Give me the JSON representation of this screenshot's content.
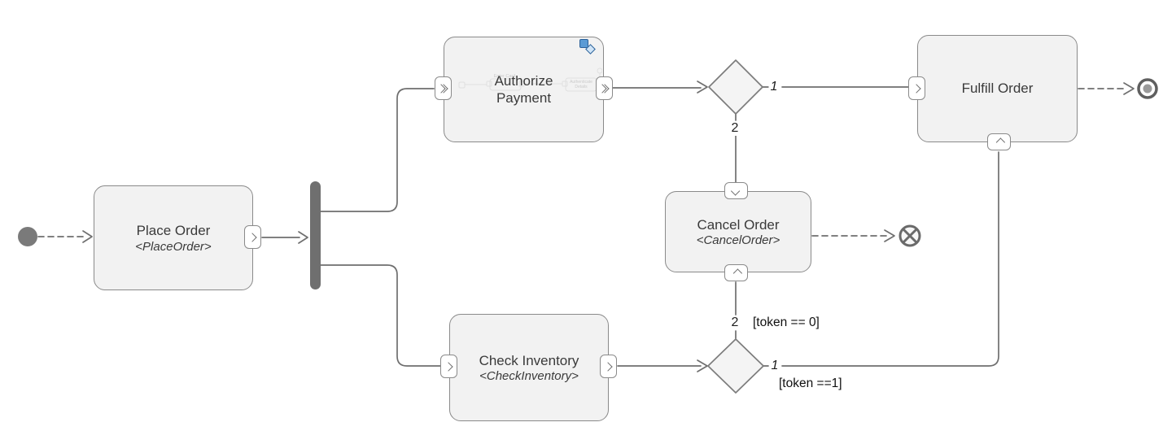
{
  "colors": {
    "background": "#ffffff",
    "node_fill": "#f2f2f2",
    "node_border": "#8a8a8a",
    "line": "#6f6f6f",
    "fork_bar": "#6f6f6f",
    "text": "#3a3a3a",
    "subprocess_icon_blue": "#5b9bd5"
  },
  "nodes": {
    "place_order": {
      "label": "Place Order",
      "stereotype": "<PlaceOrder>"
    },
    "authorize_payment": {
      "label": "Authorize Payment"
    },
    "check_inventory": {
      "label": "Check Inventory",
      "stereotype": "<CheckInventory>"
    },
    "cancel_order": {
      "label": "Cancel Order",
      "stereotype": "<CancelOrder>"
    },
    "fulfill_order": {
      "label": "Fulfill Order"
    }
  },
  "ghost_subflow": {
    "step1": "Enter Card",
    "step2_line1": "Authenticate",
    "step2_line2": "Details"
  },
  "edge_labels": {
    "decision1_out1": "1",
    "decision1_out2": "2",
    "decision2_out2": "2",
    "decision2_out1": "1",
    "guard_token0": "[token == 0]",
    "guard_token1": "[token ==1]"
  }
}
